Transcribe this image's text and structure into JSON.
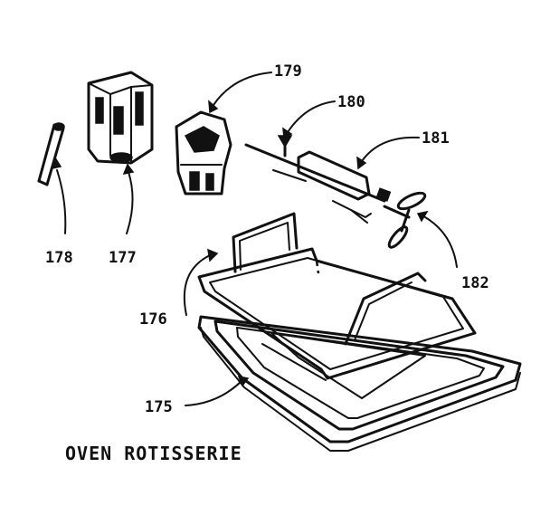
{
  "caption": "OVEN ROTISSERIE",
  "labels": {
    "p175": "175",
    "p176": "176",
    "p177": "177",
    "p178": "178",
    "p179": "179",
    "p180": "180",
    "p181": "181",
    "p182": "182"
  },
  "ink_color": "#111111",
  "background_color": "#ffffff"
}
